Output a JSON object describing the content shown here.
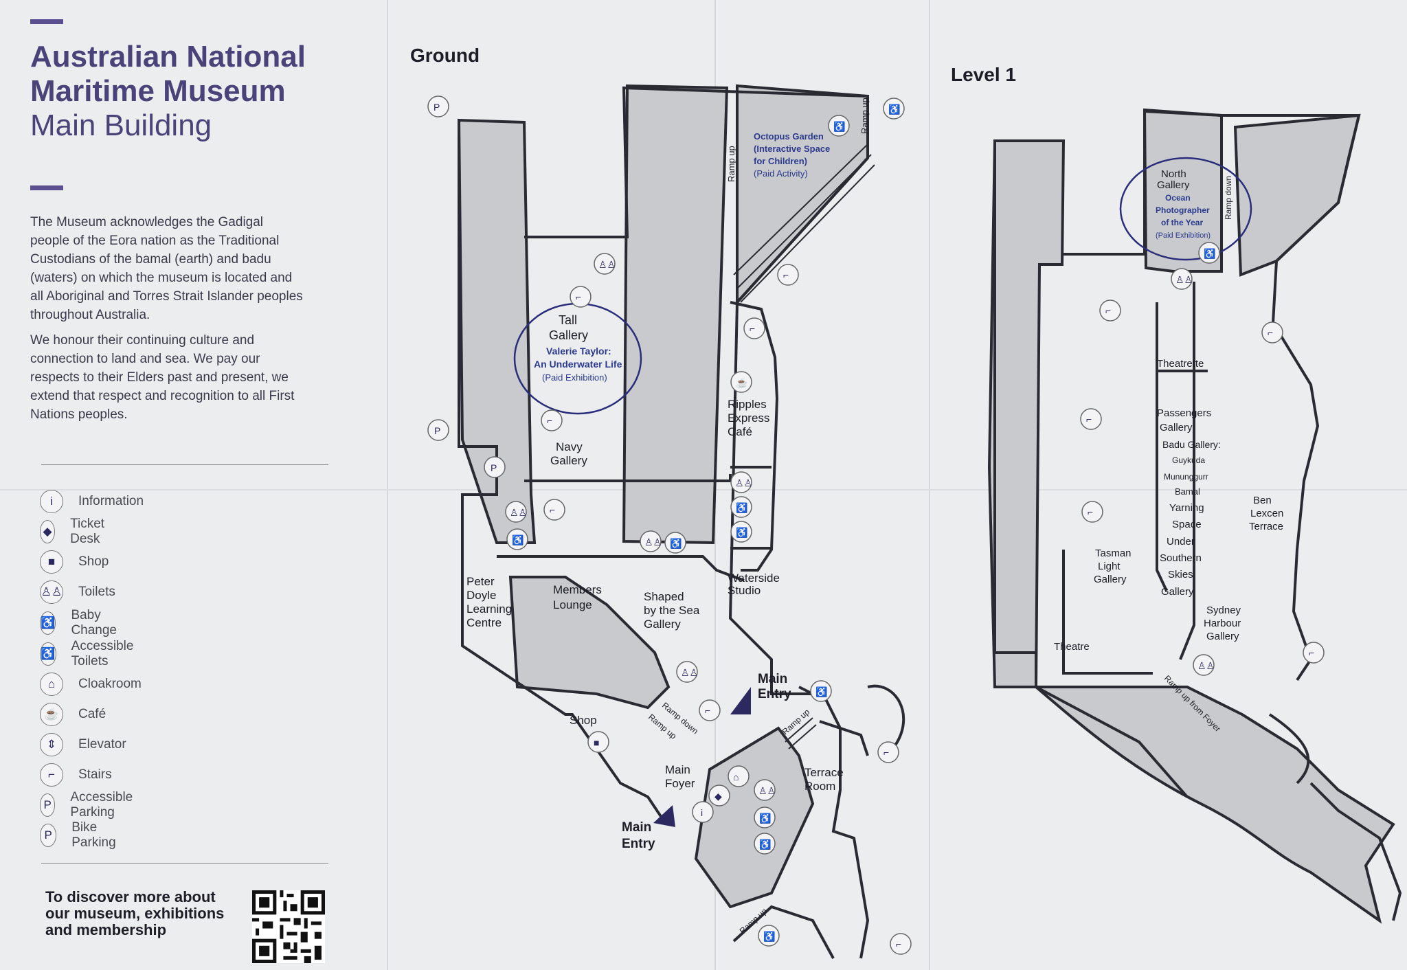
{
  "sidebar": {
    "title_line1": "Australian National",
    "title_line2": "Maritime Museum",
    "subtitle": "Main Building",
    "acknowledgement_p1": "The Museum acknowledges the Gadigal people of the Eora nation as the Traditional Custodians of the bamal (earth) and badu (waters) on which the museum is located and all Aboriginal and Torres Strait Islander peoples throughout Australia.",
    "acknowledgement_p2": "We honour their continuing culture and connection to land and sea. We pay our respects to their Elders past and present, we extend that respect and recognition to all First Nations peoples.",
    "legend": [
      {
        "icon": "information-icon",
        "glyph": "i",
        "label": "Information"
      },
      {
        "icon": "ticket-icon",
        "glyph": "◆",
        "label": "Ticket Desk"
      },
      {
        "icon": "shop-bag-icon",
        "glyph": "■",
        "label": "Shop"
      },
      {
        "icon": "toilets-icon",
        "glyph": "♙♙",
        "label": "Toilets"
      },
      {
        "icon": "baby-change-icon",
        "glyph": "♿",
        "label": "Baby Change"
      },
      {
        "icon": "accessible-icon",
        "glyph": "♿",
        "label": "Accessible Toilets"
      },
      {
        "icon": "cloakroom-icon",
        "glyph": "⌂",
        "label": "Cloakroom"
      },
      {
        "icon": "cafe-cup-icon",
        "glyph": "☕",
        "label": "Café"
      },
      {
        "icon": "elevator-icon",
        "glyph": "⇕",
        "label": "Elevator"
      },
      {
        "icon": "stairs-icon",
        "glyph": "⌐",
        "label": "Stairs"
      },
      {
        "icon": "accessible-parking-icon",
        "glyph": "P",
        "label": "Accessible Parking"
      },
      {
        "icon": "bike-parking-icon",
        "glyph": "P",
        "label": "Bike Parking"
      }
    ],
    "discover": "To discover more about our museum, exhibitions and membership"
  },
  "ground": {
    "heading": "Ground",
    "octopus_1": "Octopus Garden",
    "octopus_2": "(Interactive Space",
    "octopus_3": "for Children)",
    "octopus_4": "(Paid Activity)",
    "ramp_up": "Ramp up",
    "ramp_down": "Ramp down",
    "tall_1": "Tall",
    "tall_2": "Gallery",
    "valerie_1": "Valerie Taylor:",
    "valerie_2": "An Underwater Life",
    "paid_exhibition": "(Paid Exhibition)",
    "navy_1": "Navy",
    "navy_2": "Gallery",
    "ripples_1": "Ripples",
    "ripples_2": "Express",
    "ripples_3": "Café",
    "waterside_1": "Waterside",
    "waterside_2": "Studio",
    "peter_1": "Peter",
    "peter_2": "Doyle",
    "peter_3": "Learning",
    "peter_4": "Centre",
    "members_1": "Members",
    "members_2": "Lounge",
    "shaped_1": "Shaped",
    "shaped_2": "by the Sea",
    "shaped_3": "Gallery",
    "main_1": "Main",
    "entry": "Entry",
    "shop": "Shop",
    "foyer_1": "Main",
    "foyer_2": "Foyer",
    "terrace_1": "Terrace",
    "terrace_2": "Room"
  },
  "level1": {
    "heading": "Level 1",
    "north_1": "North",
    "north_2": "Gallery",
    "ocean_1": "Ocean",
    "ocean_2": "Photographer",
    "ocean_3": "of the Year",
    "paid_exhibition": "(Paid Exhibition)",
    "ramp_down": "Ramp down",
    "theatrette": "Theatrette",
    "passengers_1": "Passengers",
    "passengers_2": "Gallery",
    "badu_1": "Badu Gallery:",
    "badu_2": "Guykuda",
    "badu_3": "Mununggurr",
    "badu_4": "Bamal",
    "badu_5": "Yarning",
    "badu_6": "Space",
    "under_1": "Under",
    "under_2": "Southern",
    "under_3": "Skies",
    "under_4": "Gallery",
    "ben_1": "Ben",
    "ben_2": "Lexcen",
    "ben_3": "Terrace",
    "tasman_1": "Tasman",
    "tasman_2": "Light",
    "tasman_3": "Gallery",
    "sydney_1": "Sydney",
    "sydney_2": "Harbour",
    "sydney_3": "Gallery",
    "theatre": "Theatre",
    "ramp_up_foyer": "Ramp up from Foyer"
  }
}
